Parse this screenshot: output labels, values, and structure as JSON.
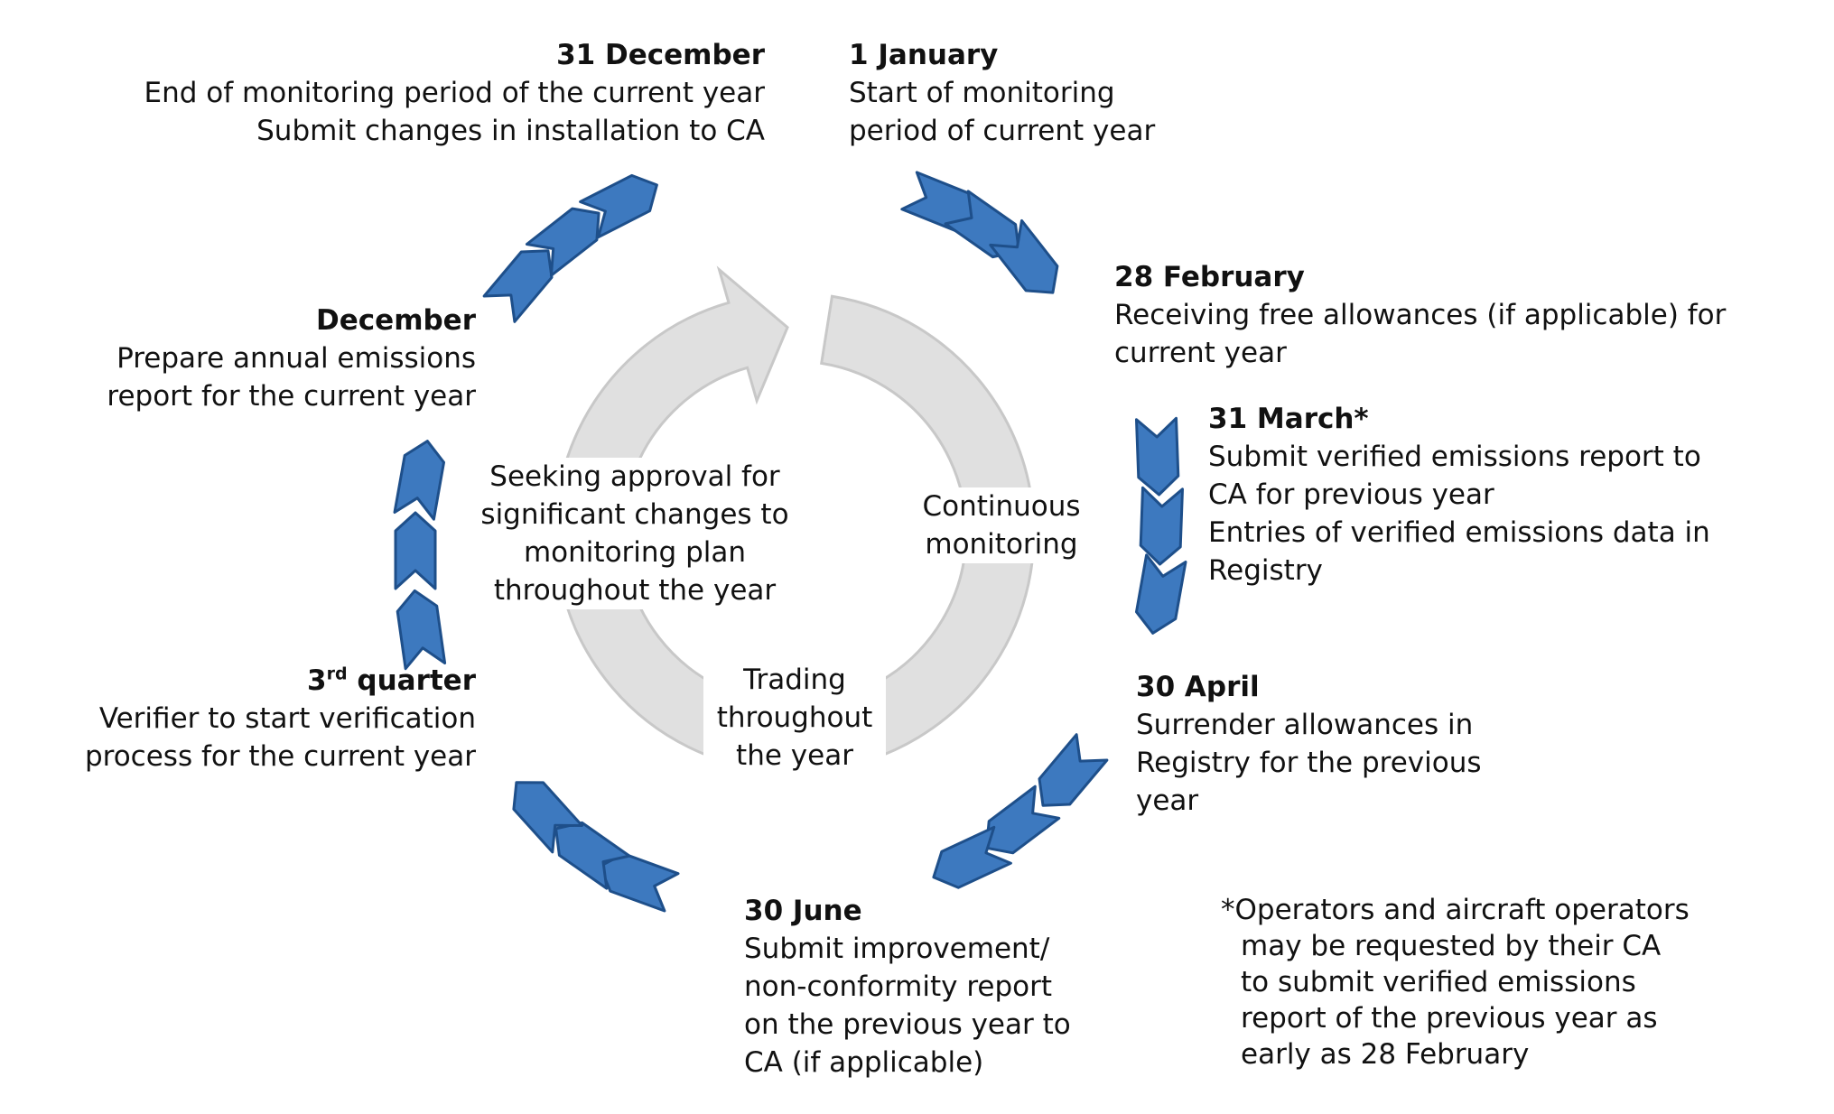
{
  "colors": {
    "arrow_fill": "#3d79bf",
    "arrow_stroke": "#1e4f8a",
    "ring_fill": "#e0e0e0",
    "ring_stroke": "#c8c8c8"
  },
  "events": {
    "dec31": {
      "title": "31 December",
      "lines": [
        "End of monitoring period of the current year",
        "Submit changes in installation to CA"
      ]
    },
    "jan1": {
      "title": "1 January",
      "lines": [
        "Start of monitoring",
        "period of current year"
      ]
    },
    "feb28": {
      "title": "28 February",
      "lines": [
        "Receiving free allowances (if applicable) for",
        "current year"
      ]
    },
    "mar31": {
      "title": "31 March*",
      "lines": [
        "Submit verified emissions report to",
        "CA for previous year",
        "Entries of verified emissions data in",
        "Registry"
      ]
    },
    "apr30": {
      "title": "30 April",
      "lines": [
        "Surrender allowances in",
        "Registry for the previous",
        "year"
      ]
    },
    "jun30": {
      "title": "30 June",
      "lines": [
        "Submit improvement/",
        "non-conformity report",
        "on the previous year to",
        "CA (if applicable)"
      ]
    },
    "q3": {
      "title_main": "3",
      "title_sup": "rd",
      "title_rest": " quarter",
      "lines": [
        "Verifier to start verification",
        "process for the current year"
      ]
    },
    "dec": {
      "title": "December",
      "lines": [
        "Prepare annual emissions",
        "report for the current year"
      ]
    }
  },
  "inner": {
    "seeking": [
      "Seeking approval for",
      "significant changes to",
      "monitoring plan",
      "throughout the year"
    ],
    "continuous": [
      "Continuous",
      "monitoring"
    ],
    "trading": [
      "Trading",
      "throughout",
      "the year"
    ]
  },
  "footnote": [
    "*Operators and aircraft operators",
    "may be requested  by their CA",
    "to submit verified emissions",
    "report of the previous year as",
    "early as 28 February"
  ]
}
